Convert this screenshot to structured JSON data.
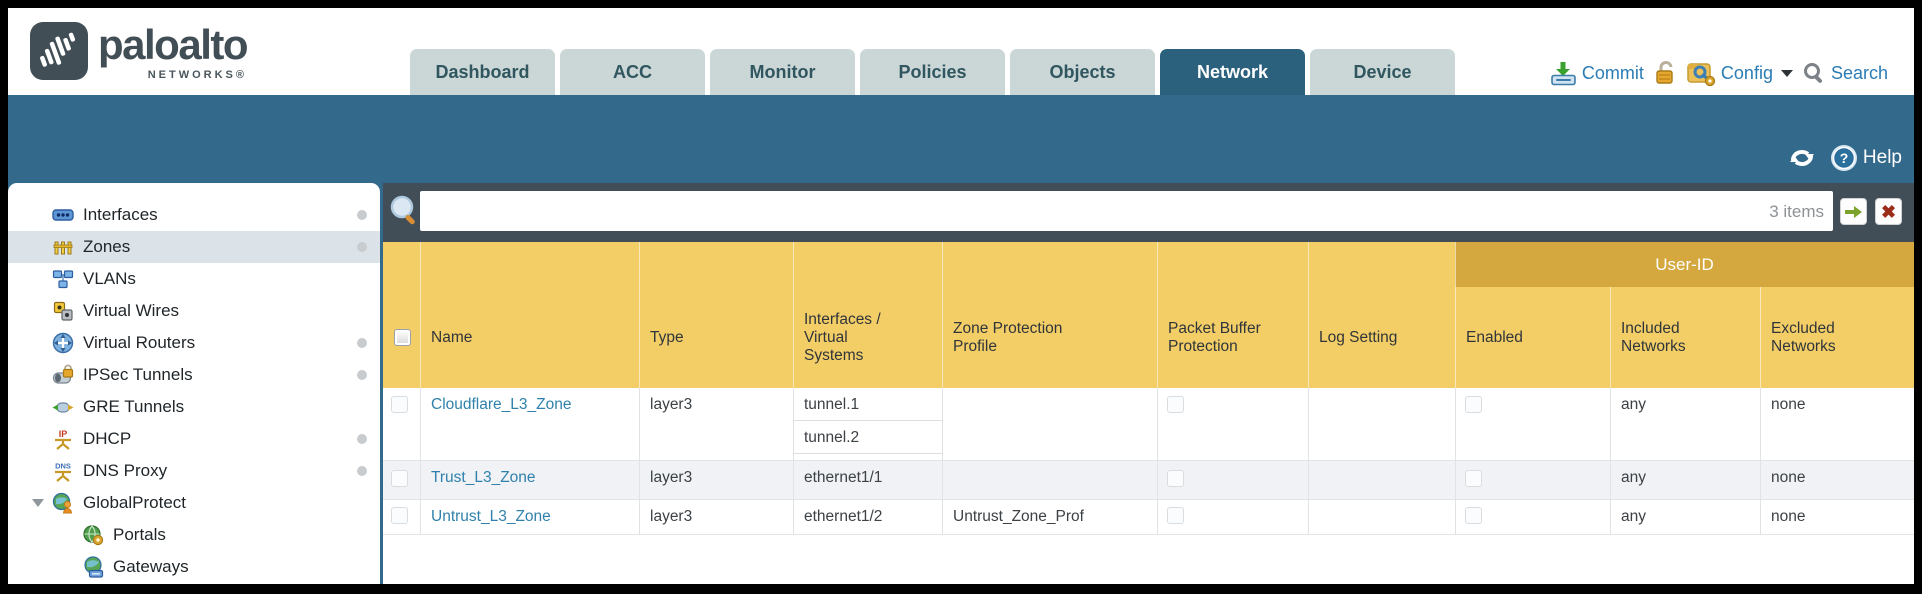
{
  "brand": {
    "name": "paloalto",
    "sub": "NETWORKS®"
  },
  "tabs": [
    {
      "label": "Dashboard",
      "active": false
    },
    {
      "label": "ACC",
      "active": false
    },
    {
      "label": "Monitor",
      "active": false
    },
    {
      "label": "Policies",
      "active": false
    },
    {
      "label": "Objects",
      "active": false
    },
    {
      "label": "Network",
      "active": true
    },
    {
      "label": "Device",
      "active": false
    }
  ],
  "header_actions": {
    "commit": "Commit",
    "config": "Config",
    "search": "Search",
    "help": "Help"
  },
  "sidebar": {
    "items": [
      {
        "label": "Interfaces",
        "icon": "interfaces-icon",
        "dot": true,
        "selected": false
      },
      {
        "label": "Zones",
        "icon": "zones-icon",
        "dot": true,
        "selected": true
      },
      {
        "label": "VLANs",
        "icon": "vlans-icon",
        "dot": false,
        "selected": false
      },
      {
        "label": "Virtual Wires",
        "icon": "virtual-wires-icon",
        "dot": false,
        "selected": false
      },
      {
        "label": "Virtual Routers",
        "icon": "virtual-routers-icon",
        "dot": true,
        "selected": false
      },
      {
        "label": "IPSec Tunnels",
        "icon": "ipsec-tunnels-icon",
        "dot": true,
        "selected": false
      },
      {
        "label": "GRE Tunnels",
        "icon": "gre-tunnels-icon",
        "dot": false,
        "selected": false
      },
      {
        "label": "DHCP",
        "icon": "dhcp-icon",
        "dot": true,
        "selected": false
      },
      {
        "label": "DNS Proxy",
        "icon": "dns-proxy-icon",
        "dot": true,
        "selected": false
      },
      {
        "label": "GlobalProtect",
        "icon": "globalprotect-icon",
        "dot": false,
        "selected": false,
        "expanded": true
      },
      {
        "label": "Portals",
        "icon": "portals-icon",
        "dot": false,
        "selected": false,
        "child": true
      },
      {
        "label": "Gateways",
        "icon": "gateways-icon",
        "dot": false,
        "selected": false,
        "child": true
      }
    ]
  },
  "filterbar": {
    "search_value": "",
    "items_count": "3 items"
  },
  "table": {
    "group_header": "User-ID",
    "columns": {
      "name": "Name",
      "type": "Type",
      "interfaces": "Interfaces / Virtual Systems",
      "zone_protection_profile": "Zone Protection Profile",
      "packet_buffer_protection": "Packet Buffer Protection",
      "log_setting": "Log Setting",
      "enabled": "Enabled",
      "included_networks": "Included Networks",
      "excluded_networks": "Excluded Networks"
    },
    "rows": [
      {
        "name": "Cloudflare_L3_Zone",
        "type": "layer3",
        "interfaces": [
          "tunnel.1",
          "tunnel.2"
        ],
        "zone_protection_profile": "",
        "log_setting": "",
        "packet_buffer_protection_checked": false,
        "user_id_enabled_checked": false,
        "included_networks": "any",
        "excluded_networks": "none"
      },
      {
        "name": "Trust_L3_Zone",
        "type": "layer3",
        "interfaces": [
          "ethernet1/1"
        ],
        "zone_protection_profile": "",
        "log_setting": "",
        "packet_buffer_protection_checked": false,
        "user_id_enabled_checked": false,
        "included_networks": "any",
        "excluded_networks": "none"
      },
      {
        "name": "Untrust_L3_Zone",
        "type": "layer3",
        "interfaces": [
          "ethernet1/2"
        ],
        "zone_protection_profile": "Untrust_Zone_Prof",
        "log_setting": "",
        "packet_buffer_protection_checked": false,
        "user_id_enabled_checked": false,
        "included_networks": "any",
        "excluded_networks": "none"
      }
    ]
  },
  "colors": {
    "teal": "#336a8c",
    "active_tab": "#2c617e",
    "header_yellow": "#f3cd66",
    "userid_gold": "#d4a83e",
    "link_blue": "#2f81ac",
    "action_blue": "#2a7cb5",
    "filter_strip": "#414d57",
    "row_alt": "#f0f2f5"
  }
}
